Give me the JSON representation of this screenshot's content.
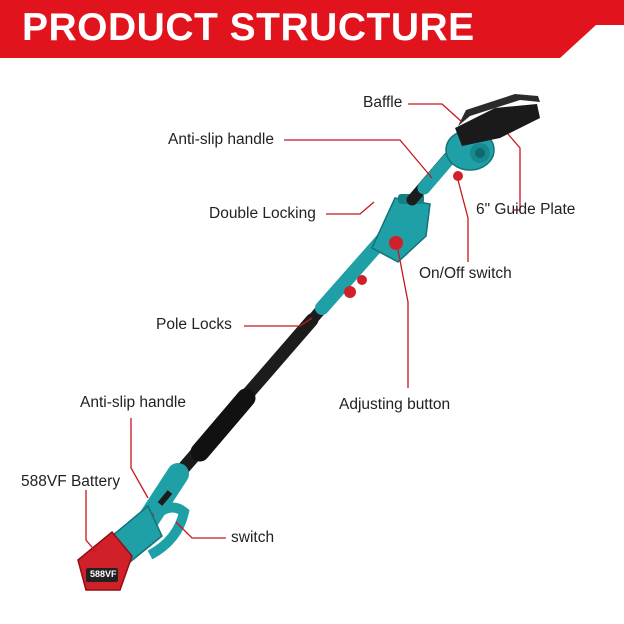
{
  "header": {
    "title": "PRODUCT STRUCTURE"
  },
  "colors": {
    "brand_red": "#e1141e",
    "tool_teal": "#1fa0a6",
    "pole_black": "#1c1c1c",
    "leader_red": "#c8161e"
  },
  "callouts": {
    "baffle": "Baffle",
    "anti_slip_handle_top": "Anti-slip handle",
    "double_locking": "Double Locking",
    "guide_plate": "6\" Guide Plate",
    "on_off_switch": "On/Off switch",
    "pole_locks": "Pole Locks",
    "adjusting_button": "Adjusting button",
    "anti_slip_handle_bottom": "Anti-slip handle",
    "battery": "588VF Battery",
    "switch": "switch"
  },
  "battery_label": "588VF"
}
